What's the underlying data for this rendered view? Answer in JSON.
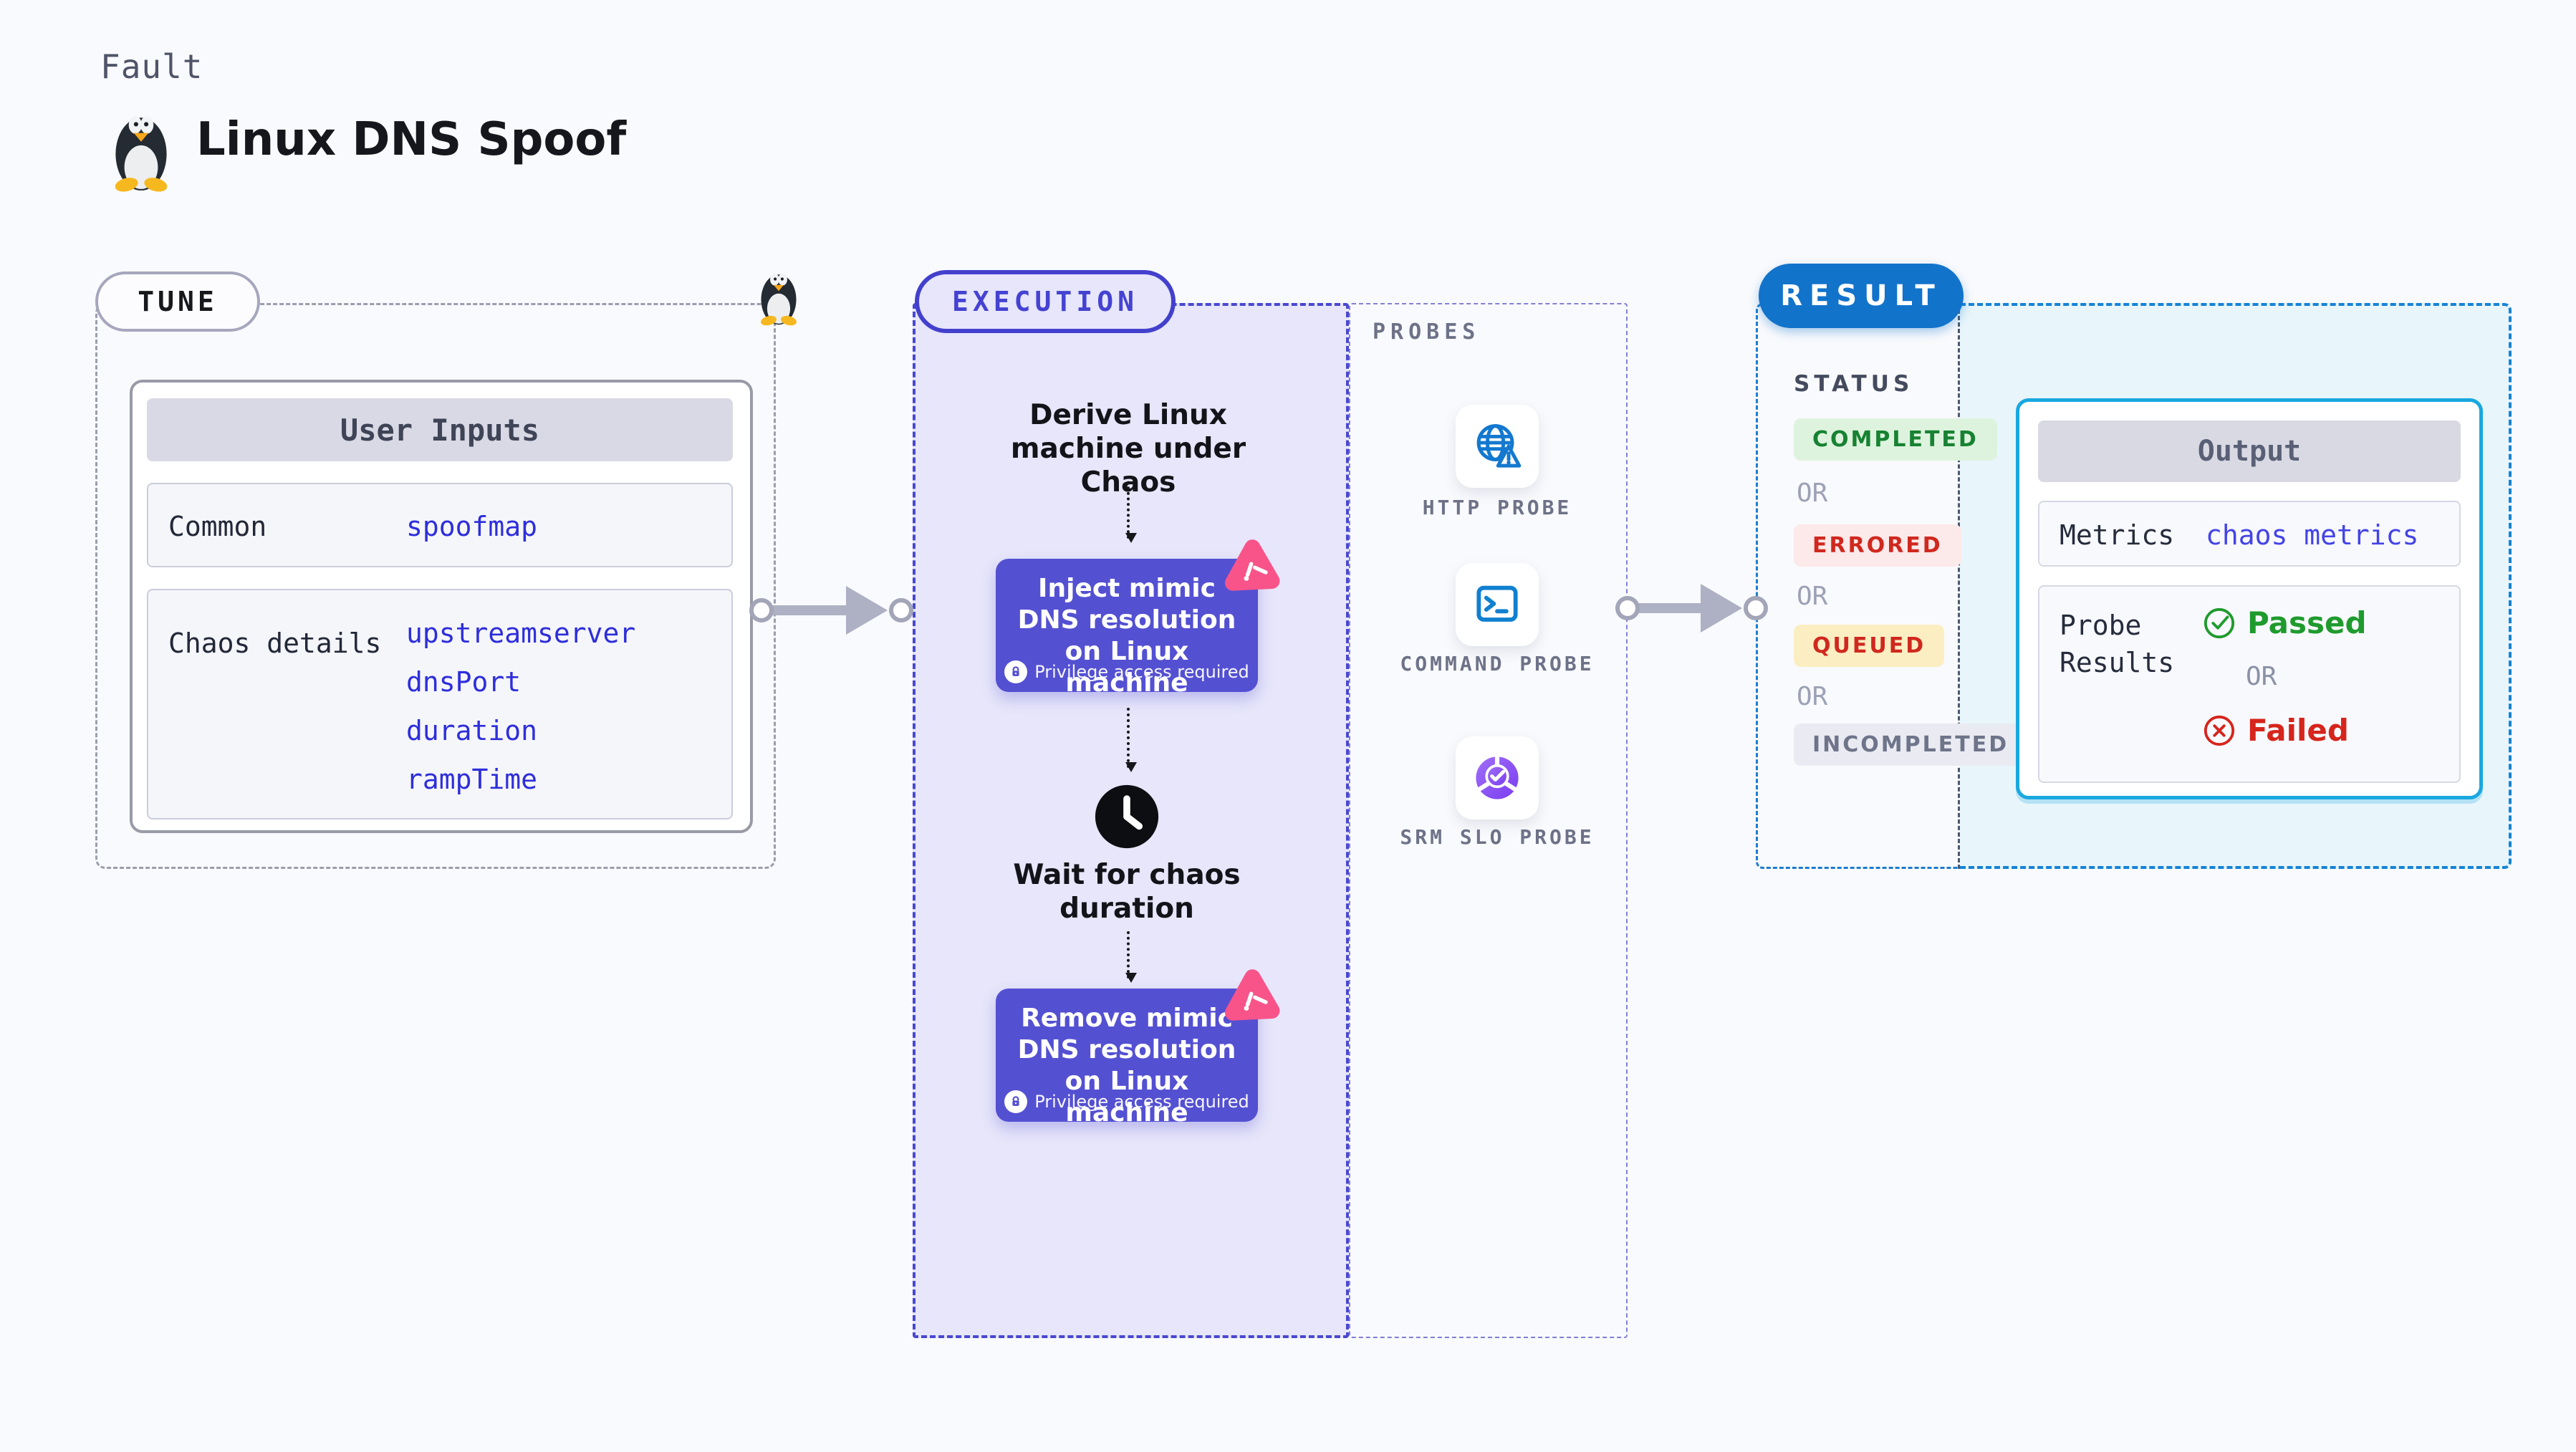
{
  "header": {
    "kicker": "Fault",
    "title": "Linux DNS Spoof"
  },
  "tune": {
    "label": "TUNE",
    "card_title": "User Inputs",
    "rows": [
      {
        "label": "Common",
        "values": [
          "spoofmap"
        ]
      },
      {
        "label": "Chaos details",
        "values": [
          "upstreamserver",
          "dnsPort",
          "duration",
          "rampTime"
        ]
      }
    ]
  },
  "execution": {
    "label": "EXECUTION",
    "steps": {
      "derive": "Derive Linux machine under Chaos",
      "inject": "Inject mimic DNS resolution on Linux machine",
      "wait": "Wait for chaos duration",
      "remove": "Remove mimic DNS resolution on Linux machine"
    },
    "privilege_note": "Privilege access required"
  },
  "probes": {
    "label": "PROBES",
    "items": [
      {
        "label": "HTTP PROBE",
        "icon": "globe-warning-icon"
      },
      {
        "label": "COMMAND PROBE",
        "icon": "terminal-icon"
      },
      {
        "label": "SRM SLO PROBE",
        "icon": "slo-donut-icon"
      }
    ]
  },
  "result": {
    "label": "RESULT",
    "status_heading": "STATUS",
    "or_label": "OR",
    "statuses": [
      "COMPLETED",
      "ERRORED",
      "QUEUED",
      "INCOMPLETED"
    ],
    "output": {
      "title": "Output",
      "metrics_label": "Metrics",
      "metrics_value": "chaos metrics",
      "probe_label": "Probe Results",
      "passed": "Passed",
      "failed": "Failed"
    }
  },
  "colors": {
    "accent_indigo": "#5450d2",
    "execution_border": "#4a47d0",
    "execution_panel": "#e7e6fa",
    "result_blue": "#1273cb",
    "output_border": "#19a8e0",
    "result_panel": "#e8f5fb",
    "probe_icon_blue": "#1478cf",
    "slo_purple": "#8b5cf6",
    "chaos_pink": "#f8548a",
    "success_green": "#1f9b2d",
    "error_red": "#d0281e",
    "completed_bg": "#def3de",
    "errored_bg": "#fce9e9",
    "queued_bg": "#fbeec2",
    "incompleted_bg": "#eaebf2"
  }
}
